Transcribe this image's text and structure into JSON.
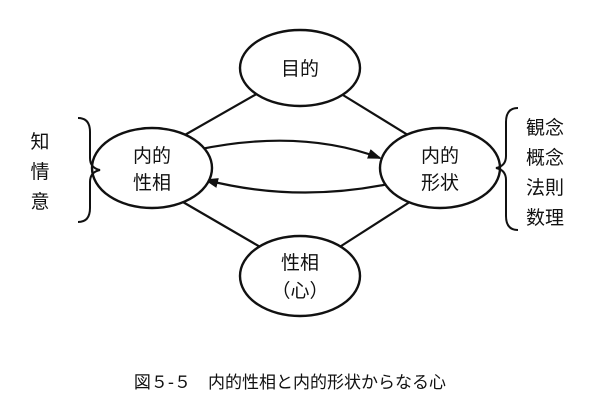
{
  "nodes": {
    "top": {
      "label": "目的"
    },
    "left": {
      "line1": "内的",
      "line2": "性相"
    },
    "right": {
      "line1": "内的",
      "line2": "形状"
    },
    "bottom": {
      "line1": "性相",
      "line2": "（心）"
    }
  },
  "left_side_list": [
    "知",
    "情",
    "意"
  ],
  "right_side_list": [
    "観念",
    "概念",
    "法則",
    "数理"
  ],
  "caption": "図５-５　内的性相と内的形状からなる心"
}
